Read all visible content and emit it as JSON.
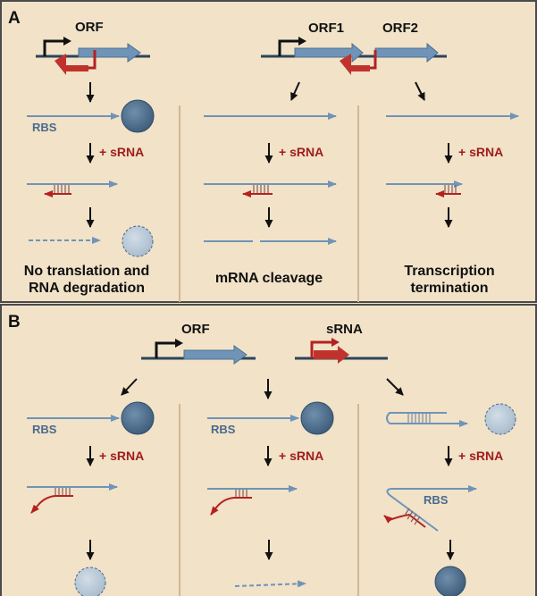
{
  "panel_a": {
    "letter": "A",
    "left_gene": "ORF",
    "right_gene1": "ORF1",
    "right_gene2": "ORF2",
    "rbs": "RBS",
    "srna": "+ sRNA",
    "captions": {
      "col1_line1": "No translation and",
      "col1_line2": "RNA degradation",
      "col2": "mRNA cleavage",
      "col3_line1": "Transcription",
      "col3_line2": "termination"
    }
  },
  "panel_b": {
    "letter": "B",
    "gene": "ORF",
    "srna_gene": "sRNA",
    "rbs": "RBS",
    "srna": "+ sRNA"
  },
  "colors": {
    "background": "#f1e2c8",
    "strand": "#2c4459",
    "gene_arrow": "#6f94b8",
    "srna_red": "#b5211f",
    "ribosome": "#4a6c8a",
    "ribosome_faded": "#b6c6d4"
  }
}
